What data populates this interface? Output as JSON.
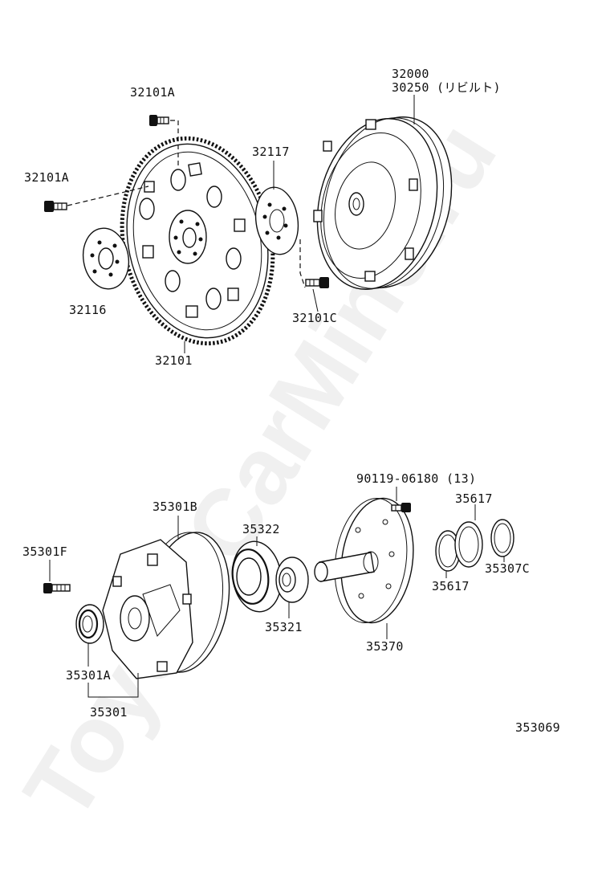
{
  "watermark": "ToyotaCarMine.ru",
  "diagram_id": "353069",
  "parts": {
    "p32101A_top": "32101A",
    "p32101A_left": "32101A",
    "p32117": "32117",
    "p32000": "32000",
    "p30250": "30250 (リビルト)",
    "p32116": "32116",
    "p32101C": "32101C",
    "p32101": "32101",
    "p90119": "90119-06180 (13)",
    "p35617_top": "35617",
    "p35301B": "35301B",
    "p35322": "35322",
    "p35301F": "35301F",
    "p35307C": "35307C",
    "p35617_bottom": "35617",
    "p35321": "35321",
    "p35370": "35370",
    "p35301A": "35301A",
    "p35301": "35301"
  }
}
